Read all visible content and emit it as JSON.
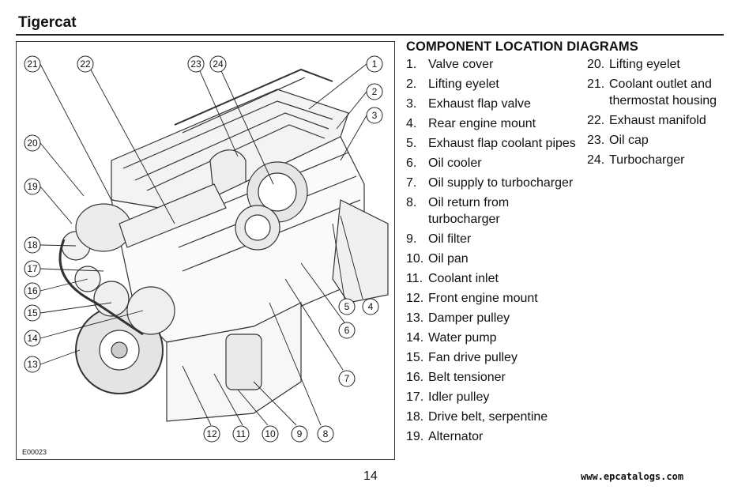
{
  "header": {
    "title": "Tigercat"
  },
  "figure": {
    "id": "E00023",
    "callouts": [
      "1",
      "2",
      "3",
      "4",
      "5",
      "6",
      "7",
      "8",
      "9",
      "10",
      "11",
      "12",
      "13",
      "14",
      "15",
      "16",
      "17",
      "18",
      "19",
      "20",
      "21",
      "22",
      "23",
      "24"
    ]
  },
  "section": {
    "title": "COMPONENT LOCATION DIAGRAMS"
  },
  "components": [
    {
      "num": "1.",
      "name": "Valve cover"
    },
    {
      "num": "2.",
      "name": "Lifting eyelet"
    },
    {
      "num": "3.",
      "name": "Exhaust flap valve"
    },
    {
      "num": "4.",
      "name": "Rear engine mount"
    },
    {
      "num": "5.",
      "name": "Exhaust flap coolant pipes"
    },
    {
      "num": "6.",
      "name": "Oil cooler"
    },
    {
      "num": "7.",
      "name": "Oil supply to turbocharger"
    },
    {
      "num": "8.",
      "name": "Oil return from turbocharger"
    },
    {
      "num": "9.",
      "name": "Oil filter"
    },
    {
      "num": "10.",
      "name": "Oil pan"
    },
    {
      "num": "11.",
      "name": "Coolant inlet"
    },
    {
      "num": "12.",
      "name": "Front engine mount"
    },
    {
      "num": "13.",
      "name": "Damper pulley"
    },
    {
      "num": "14.",
      "name": "Water pump"
    },
    {
      "num": "15.",
      "name": "Fan drive pulley"
    },
    {
      "num": "16.",
      "name": "Belt tensioner"
    },
    {
      "num": "17.",
      "name": "Idler pulley"
    },
    {
      "num": "18.",
      "name": "Drive belt, serpentine"
    },
    {
      "num": "19.",
      "name": "Alternator"
    },
    {
      "num": "20.",
      "name": "Lifting eyelet"
    },
    {
      "num": "21.",
      "name": "Coolant outlet and thermostat housing"
    },
    {
      "num": "22.",
      "name": "Exhaust manifold"
    },
    {
      "num": "23.",
      "name": "Oil cap"
    },
    {
      "num": "24.",
      "name": "Turbocharger"
    }
  ],
  "footer": {
    "page_number": "14",
    "website": "www.epcatalogs.com"
  }
}
